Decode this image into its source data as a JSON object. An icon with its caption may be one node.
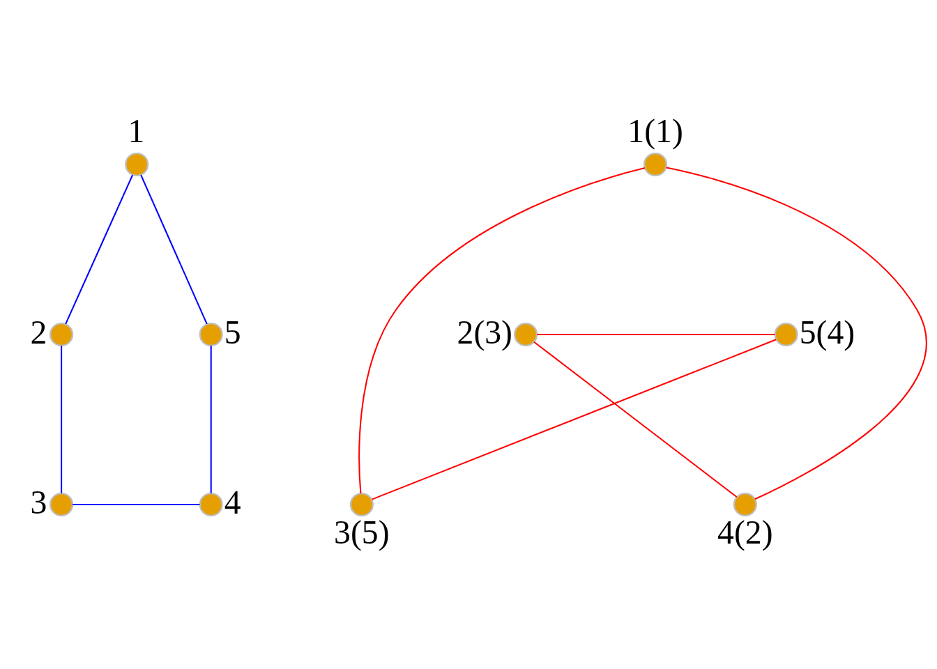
{
  "diagram": {
    "nodes": [
      {
        "text": [],
        "shape": "circle",
        "beside": [
          "1"
        ]
      },
      {
        "text": [],
        "shape": "circle",
        "beside": [
          "2"
        ]
      },
      {
        "text": [],
        "shape": "circle",
        "beside": [
          "5"
        ]
      },
      {
        "text": [],
        "shape": "circle",
        "beside": [
          "3"
        ]
      },
      {
        "text": [],
        "shape": "circle",
        "beside": [
          "4"
        ]
      },
      {
        "text": [],
        "shape": "circle",
        "beside": [
          "1(1)"
        ]
      },
      {
        "text": [],
        "shape": "circle",
        "beside": [
          "2(3)"
        ]
      },
      {
        "text": [],
        "shape": "circle",
        "beside": [
          "5(4)"
        ]
      },
      {
        "text": [],
        "shape": "circle",
        "beside": [
          "3(5)"
        ]
      },
      {
        "text": [],
        "shape": "circle",
        "beside": [
          "4(2)"
        ]
      }
    ],
    "edges": [
      {
        "from": 0,
        "to": 1,
        "arrow": "none",
        "color": "#0000ff"
      },
      {
        "from": 0,
        "to": 2,
        "arrow": "none",
        "color": "#0000ff"
      },
      {
        "from": 1,
        "to": 3,
        "arrow": "none",
        "color": "#0000ff"
      },
      {
        "from": 3,
        "to": 4,
        "arrow": "none",
        "color": "#0000ff"
      },
      {
        "from": 2,
        "to": 4,
        "arrow": "none",
        "color": "#0000ff"
      },
      {
        "from": 5,
        "to": 8,
        "arrow": "none",
        "color": "#ff0000"
      },
      {
        "from": 5,
        "to": 9,
        "arrow": "none",
        "color": "#ff0000"
      },
      {
        "from": 6,
        "to": 7,
        "arrow": "none",
        "color": "#ff0000"
      },
      {
        "from": 6,
        "to": 9,
        "arrow": "none",
        "color": "#ff0000"
      },
      {
        "from": 7,
        "to": 8,
        "arrow": "none",
        "color": "#ff0000"
      }
    ]
  }
}
